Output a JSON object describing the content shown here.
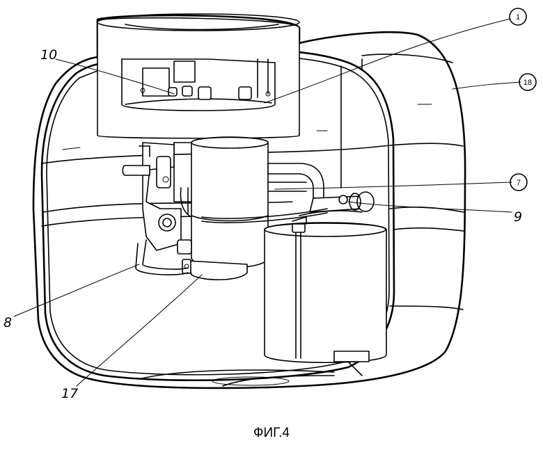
{
  "figure": {
    "caption": "ФИГ.4",
    "labels": [
      {
        "id": "1",
        "text": "1",
        "circled": true
      },
      {
        "id": "18",
        "text": "18",
        "circled": true
      },
      {
        "id": "7",
        "text": "7",
        "circled": true
      },
      {
        "id": "9",
        "text": "9",
        "circled": false
      },
      {
        "id": "10",
        "text": "10",
        "circled": false
      },
      {
        "id": "8",
        "text": "8",
        "circled": false
      },
      {
        "id": "17",
        "text": "17",
        "circled": false
      }
    ]
  }
}
